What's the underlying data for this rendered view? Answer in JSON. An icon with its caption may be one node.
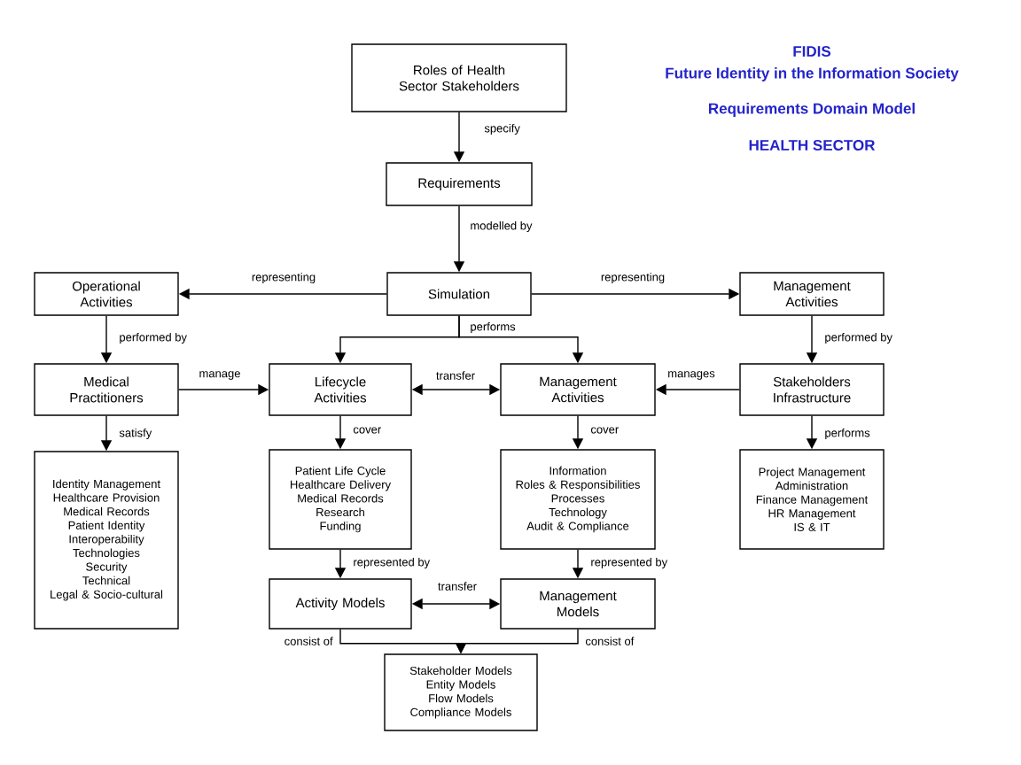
{
  "diagram": {
    "title": "FIDIS",
    "nodes": [
      {
        "text": [
          "Roles of Health Sector Stakeholders"
        ]
      },
      {
        "text": [
          "Requirements"
        ]
      },
      {
        "text": [
          "Simulation"
        ]
      },
      {
        "text": [
          "Operational Activities"
        ]
      },
      {
        "text": [
          "Management Activities"
        ]
      },
      {
        "text": [
          "Medical Practitioners"
        ]
      },
      {
        "text": [
          "Lifecycle Activities"
        ]
      },
      {
        "text": [
          "Management Activities"
        ]
      },
      {
        "text": [
          "Stakeholders Infrastructure"
        ]
      },
      {
        "text": [
          "Identity Management",
          "Healthcare Provision",
          "Medical Records",
          "Patient Identity",
          "Interoperability",
          "Technologies",
          "Security",
          "Technical",
          "Legal & Socio-cultural"
        ]
      },
      {
        "text": [
          "Patient Life Cycle",
          "Healthcare Delivery",
          "Medical Records",
          "Research",
          "Funding"
        ]
      },
      {
        "text": [
          "Information",
          "Roles & Responsibilities",
          "Processes",
          "Technology",
          "Audit & Compliance"
        ]
      },
      {
        "text": [
          "Project Management",
          "Administration",
          "Finance Management",
          "HR Management",
          "IS & IT"
        ]
      },
      {
        "text": [
          "Activity Models"
        ]
      },
      {
        "text": [
          "Management Models"
        ]
      },
      {
        "text": [
          "Stakeholder Models",
          "Entity Models",
          "Flow Models",
          "Compliance Models"
        ]
      }
    ],
    "edges": [
      {
        "from": 0,
        "to": 1,
        "arrow": "to",
        "label": "specify"
      },
      {
        "from": 1,
        "to": 2,
        "arrow": "to",
        "label": "modelled by"
      },
      {
        "from": 2,
        "to": 3,
        "arrow": "to",
        "label": "representing"
      },
      {
        "from": 2,
        "to": 4,
        "arrow": "to",
        "label": "representing"
      },
      {
        "from": 2,
        "to": 6,
        "arrow": "to",
        "label": "performs"
      },
      {
        "from": 2,
        "to": 7,
        "arrow": "to"
      },
      {
        "from": 3,
        "to": 5,
        "arrow": "to",
        "label": "performed by"
      },
      {
        "from": 4,
        "to": 8,
        "arrow": "to",
        "label": "performed by"
      },
      {
        "from": 5,
        "to": 6,
        "arrow": "to",
        "label": "manage"
      },
      {
        "from": 6,
        "to": 7,
        "arrow": "both",
        "label": "transfer"
      },
      {
        "from": 8,
        "to": 7,
        "arrow": "to",
        "label": "manages"
      },
      {
        "from": 5,
        "to": 9,
        "arrow": "to",
        "label": "satisfy"
      },
      {
        "from": 6,
        "to": 10,
        "arrow": "to",
        "label": "cover"
      },
      {
        "from": 7,
        "to": 11,
        "arrow": "to",
        "label": "cover"
      },
      {
        "from": 8,
        "to": 12,
        "arrow": "to",
        "label": "performs"
      },
      {
        "from": 10,
        "to": 13,
        "arrow": "to",
        "label": "represented by"
      },
      {
        "from": 11,
        "to": 14,
        "arrow": "to",
        "label": "represented by"
      },
      {
        "from": 13,
        "to": 14,
        "arrow": "both",
        "label": "transfer"
      },
      {
        "from": 13,
        "to": 15,
        "arrow": "to",
        "label": "consist of"
      },
      {
        "from": 14,
        "to": 15,
        "arrow": "to",
        "label": "consist of"
      }
    ],
    "labels": [
      "Future Identity in the Information Society",
      "Requirements Domain Model",
      "HEALTH SECTOR"
    ]
  }
}
